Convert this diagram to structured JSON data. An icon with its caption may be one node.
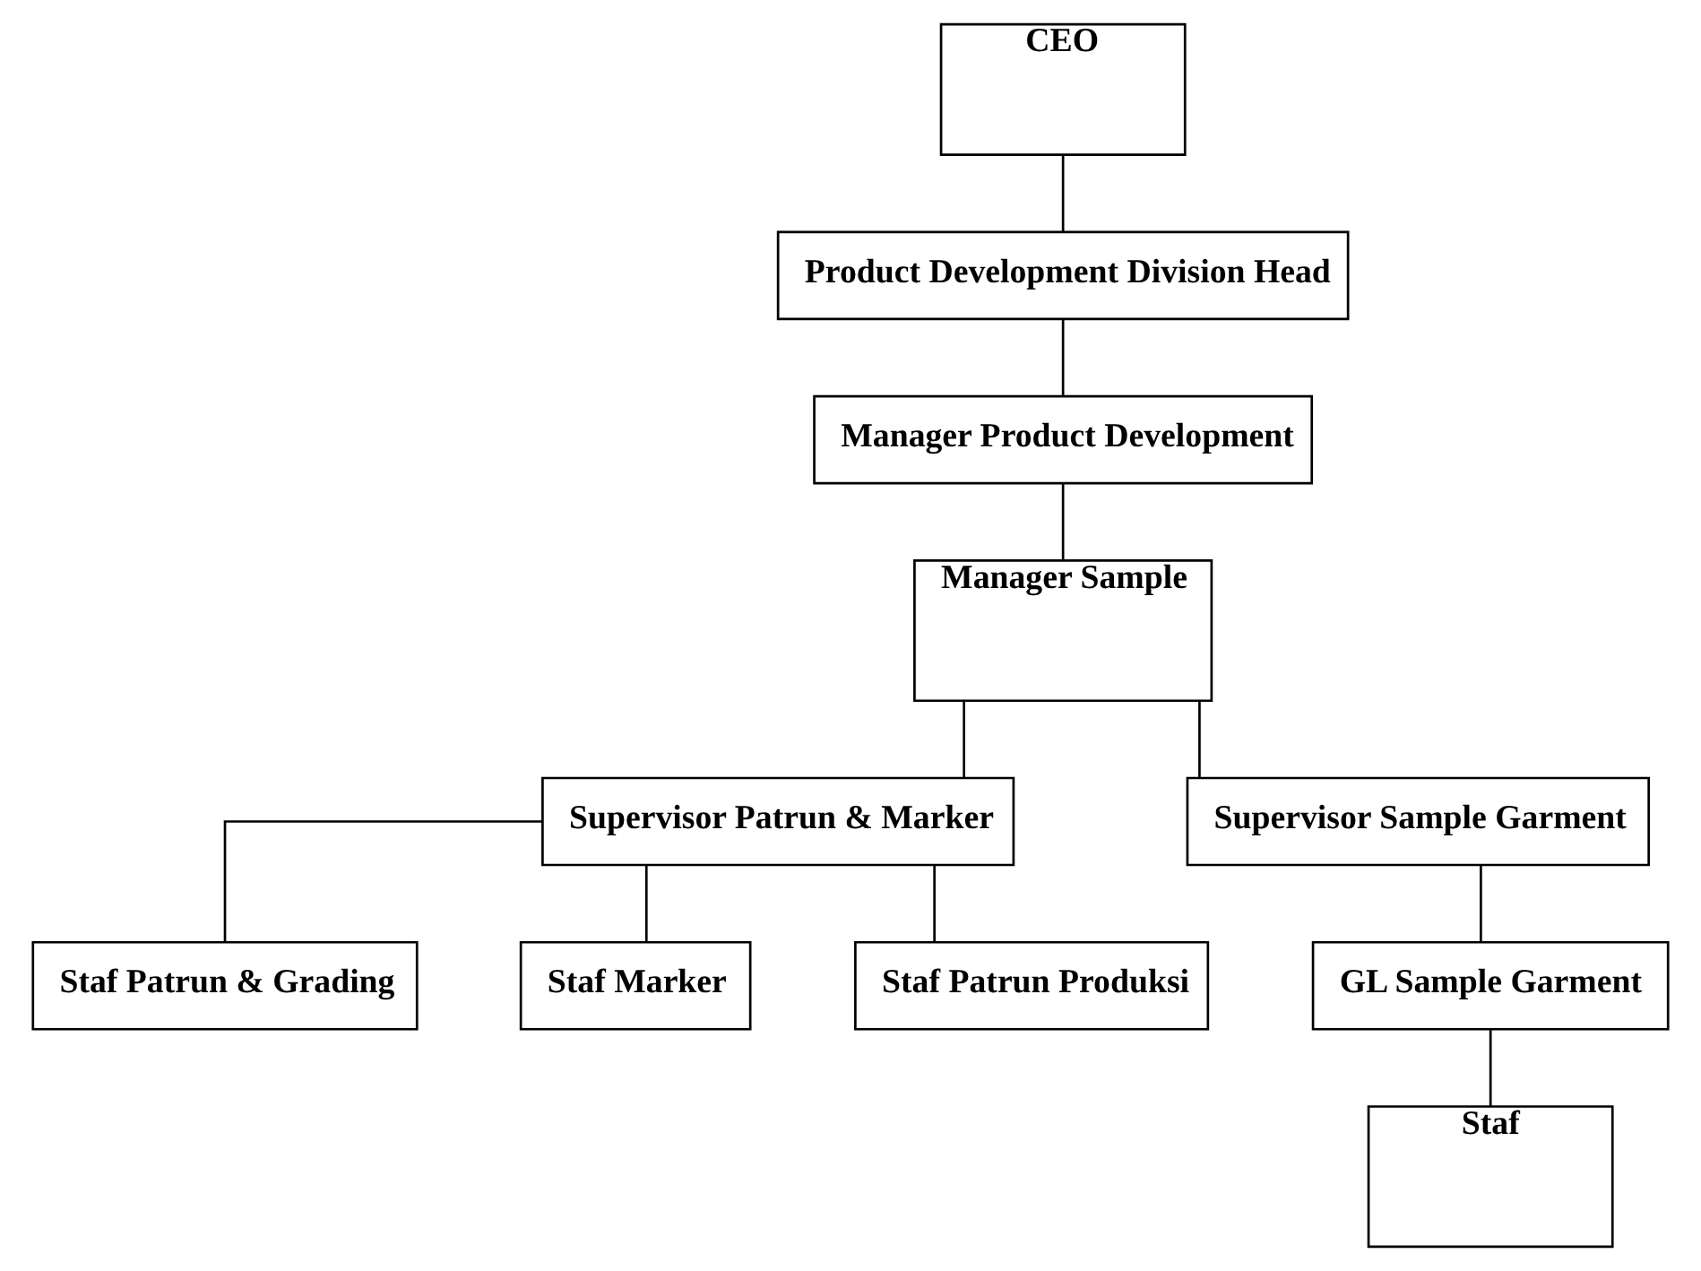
{
  "diagram": {
    "nodes": [
      {
        "text": [
          "CEO"
        ]
      },
      {
        "text": [
          "Product Development Division Head"
        ]
      },
      {
        "text": [
          "Manager Product Development"
        ]
      },
      {
        "text": [
          "Manager Sample"
        ]
      },
      {
        "text": [
          "Supervisor Patrun & Marker"
        ]
      },
      {
        "text": [
          "Supervisor Sample Garment"
        ]
      },
      {
        "text": [
          "Staf Patrun & Grading"
        ]
      },
      {
        "text": [
          "Staf Marker"
        ]
      },
      {
        "text": [
          "Staf Patrun Produksi"
        ]
      },
      {
        "text": [
          "GL Sample Garment"
        ]
      },
      {
        "text": [
          "Staf"
        ]
      }
    ],
    "edges": [
      {
        "from": 0,
        "to": 1,
        "arrow": "none"
      },
      {
        "from": 1,
        "to": 2,
        "arrow": "none"
      },
      {
        "from": 2,
        "to": 3,
        "arrow": "none"
      },
      {
        "from": 3,
        "to": 4,
        "arrow": "none"
      },
      {
        "from": 3,
        "to": 5,
        "arrow": "none"
      },
      {
        "from": 4,
        "to": 6,
        "arrow": "none"
      },
      {
        "from": 4,
        "to": 7,
        "arrow": "none"
      },
      {
        "from": 4,
        "to": 8,
        "arrow": "none"
      },
      {
        "from": 5,
        "to": 9,
        "arrow": "none"
      },
      {
        "from": 9,
        "to": 10,
        "arrow": "none"
      }
    ]
  }
}
